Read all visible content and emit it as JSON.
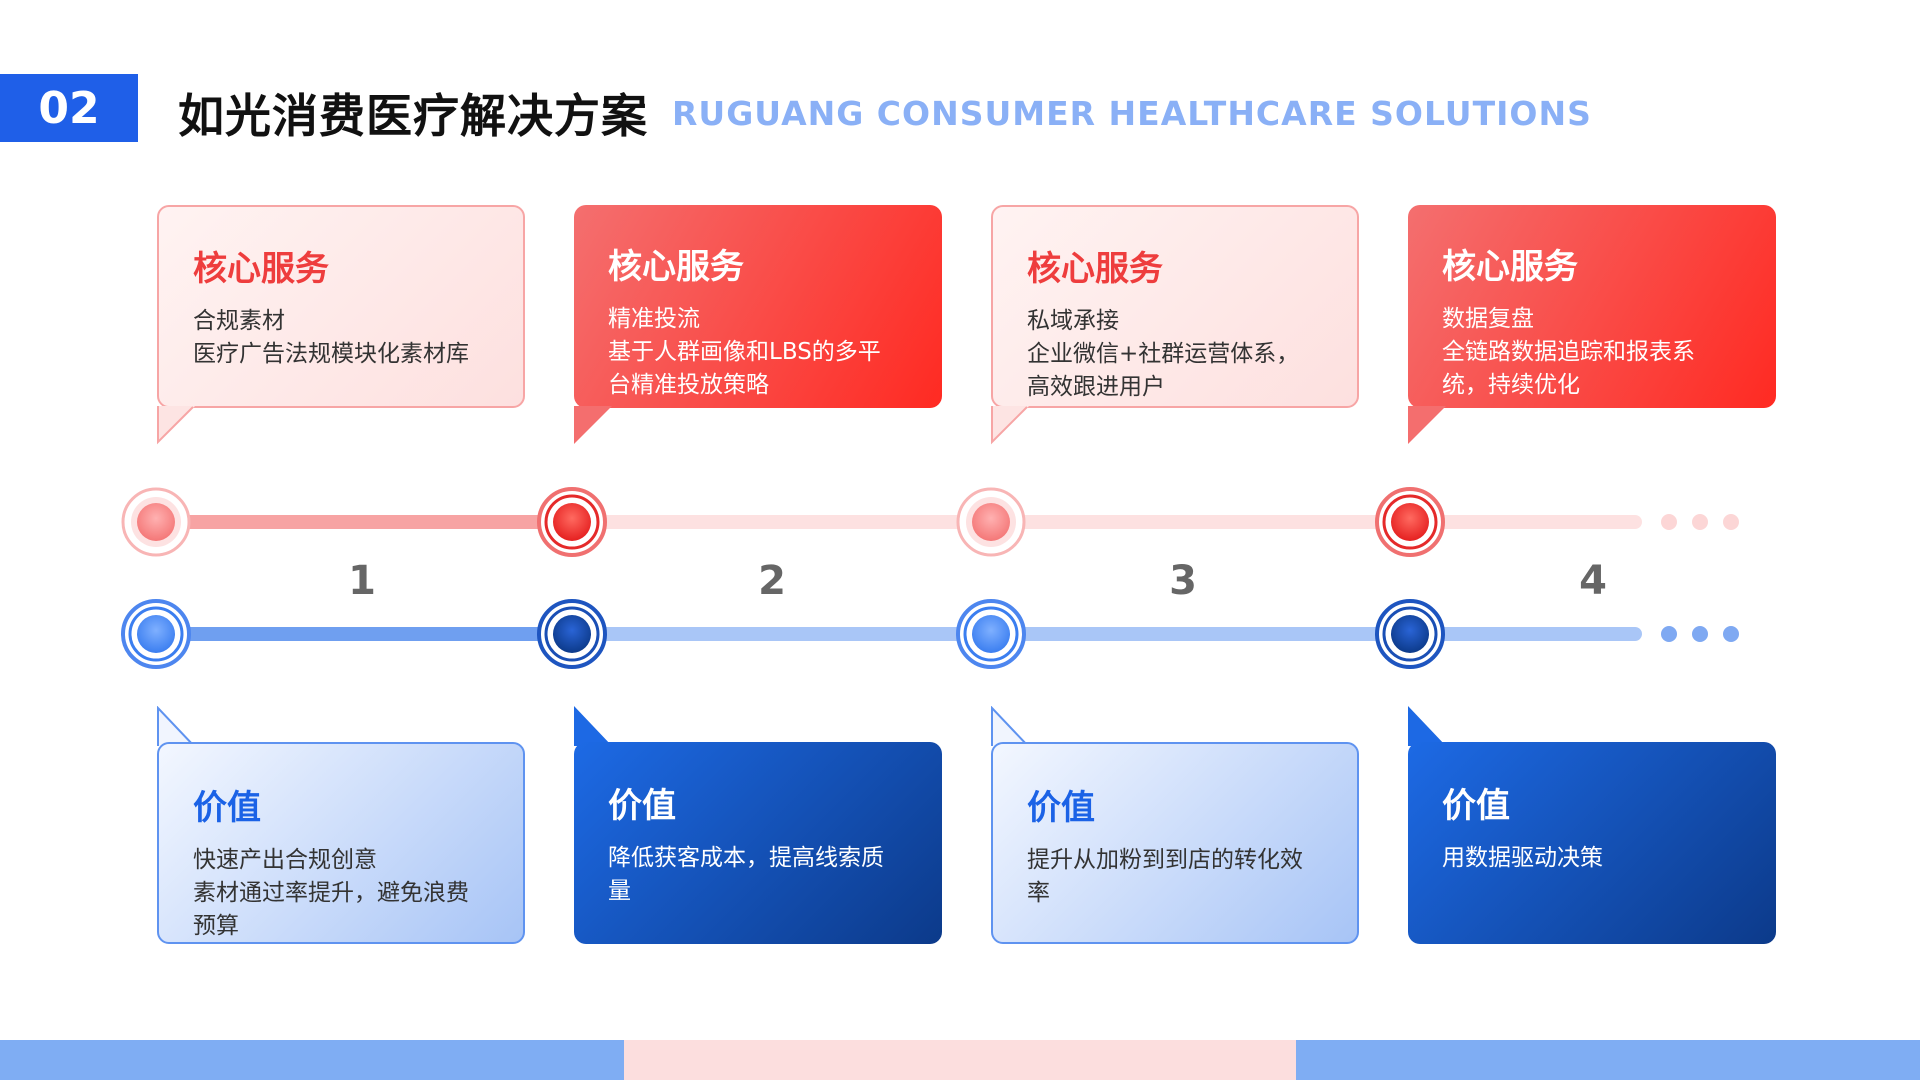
{
  "header": {
    "badge": "02",
    "title": "如光消费医疗解决方案",
    "subtitle": "RUGUANG CONSUMER HEALTHCARE SOLUTIONS"
  },
  "services": [
    {
      "title": "核心服务",
      "lines": [
        "合规素材",
        "医疗广告法规模块化素材库"
      ]
    },
    {
      "title": "核心服务",
      "lines": [
        "精准投流",
        "基于人群画像和LBS的多平",
        "台精准投放策略"
      ]
    },
    {
      "title": "核心服务",
      "lines": [
        "私域承接",
        "企业微信+社群运营体系，",
        "高效跟进用户"
      ]
    },
    {
      "title": "核心服务",
      "lines": [
        "数据复盘",
        "全链路数据追踪和报表系",
        "统，持续优化"
      ]
    }
  ],
  "steps": [
    "1",
    "2",
    "3",
    "4"
  ],
  "values": [
    {
      "title": "价值",
      "lines": [
        "快速产出合规创意",
        "素材通过率提升，避免浪费",
        "预算"
      ]
    },
    {
      "title": "价值",
      "lines": [
        "降低获客成本，提高线索质",
        "量"
      ]
    },
    {
      "title": "价值",
      "lines": [
        "提升从加粉到到店的转化效",
        "率"
      ]
    },
    {
      "title": "价值",
      "lines": [
        "用数据驱动决策"
      ]
    }
  ],
  "colors": {
    "accent_blue": "#1f5fe8",
    "accent_red": "#ff2a22",
    "light_red": "#fde0df",
    "light_blue": "#a7c4f6",
    "footer_blue": "#7fadf3",
    "footer_pink": "#fcdede"
  }
}
